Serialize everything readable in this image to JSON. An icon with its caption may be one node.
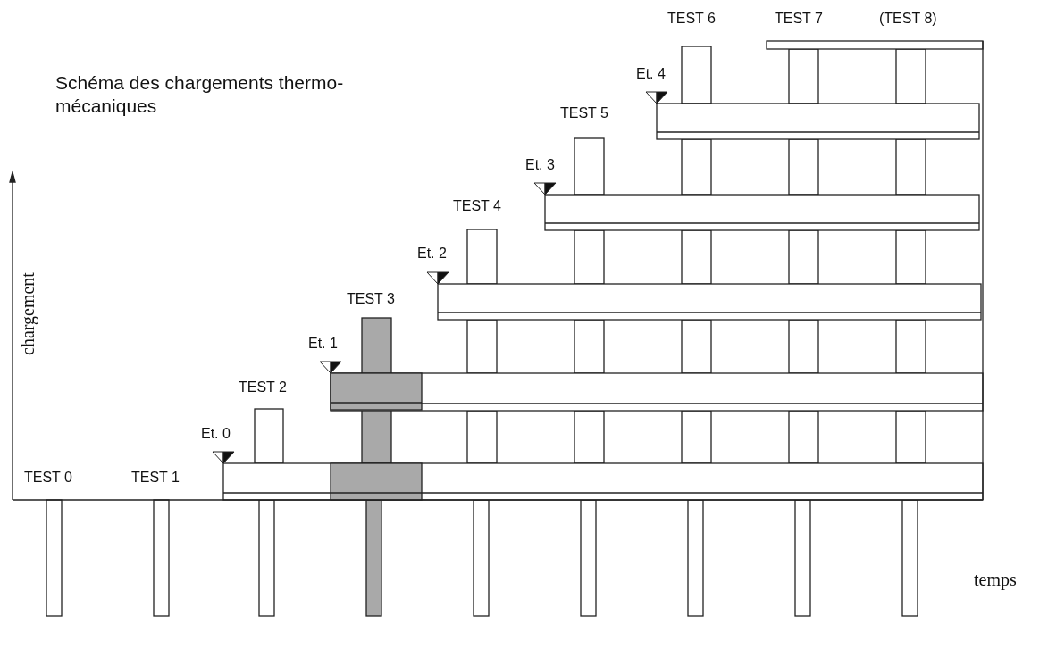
{
  "diagram": {
    "title": "Schéma des chargements thermo-mécaniques",
    "labels": [
      "TEST 6",
      "TEST 7",
      "(TEST 8)",
      "Et. 4",
      "TEST 5",
      "Et. 3",
      "TEST 4",
      "Et. 2",
      "TEST 3",
      "Et. 1",
      "TEST 2",
      "Et. 0",
      "TEST 0",
      "TEST 1",
      "chargement",
      "temps"
    ]
  }
}
